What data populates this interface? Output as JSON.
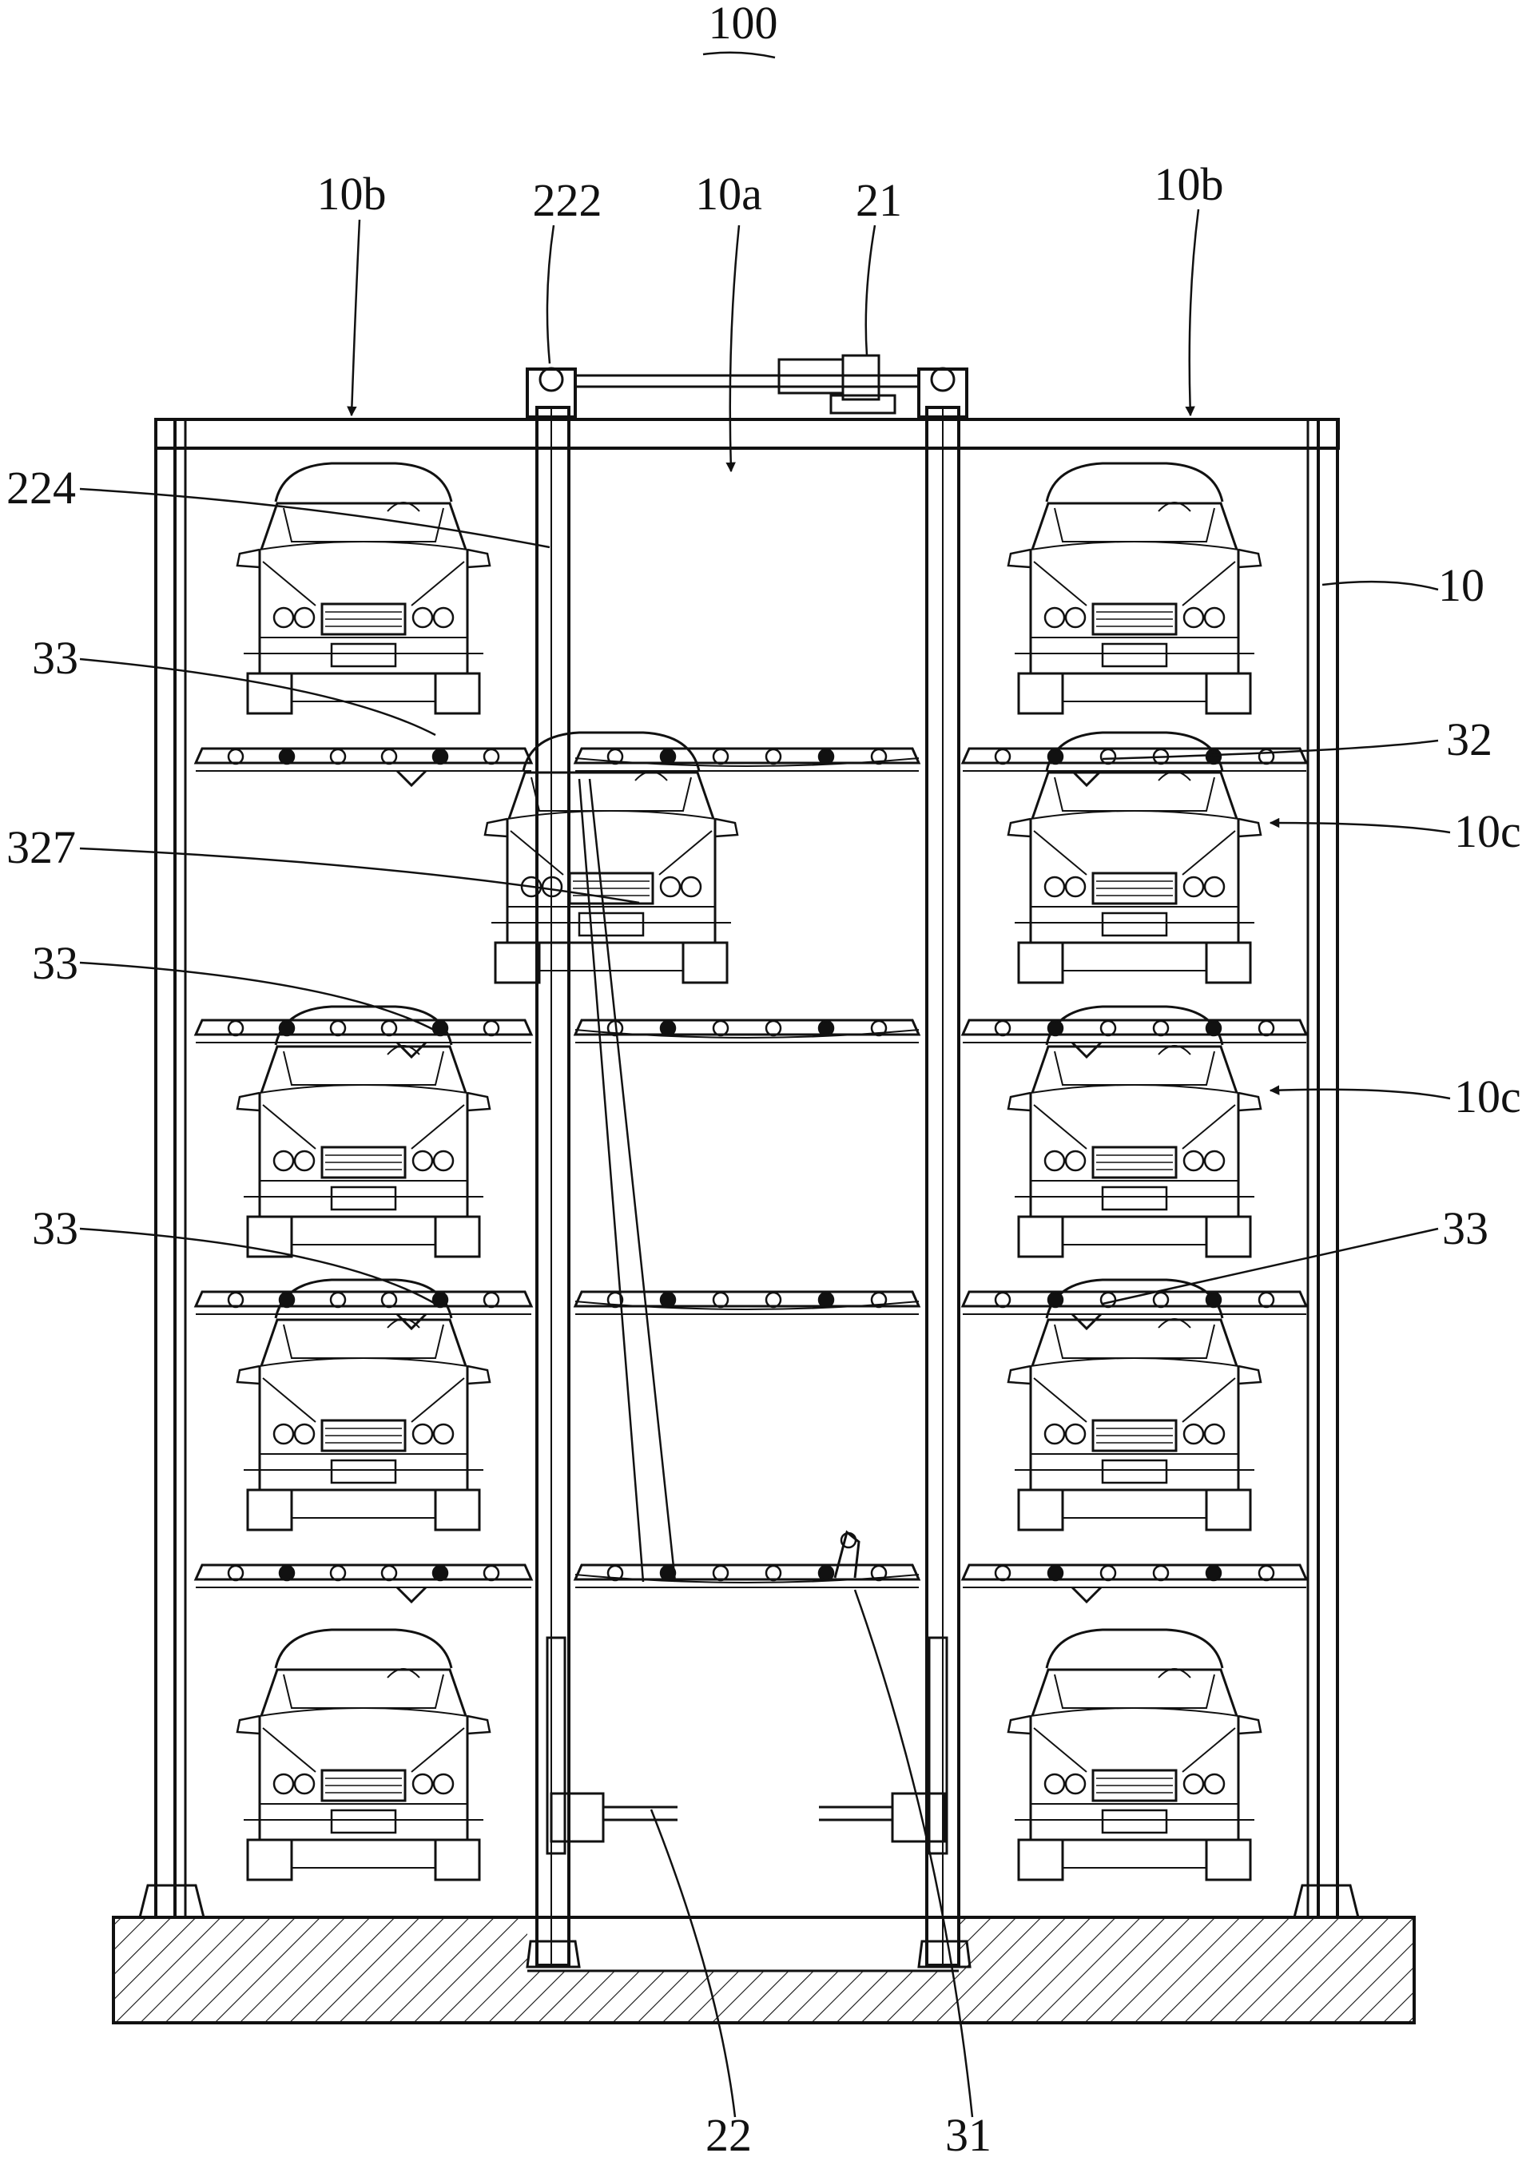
{
  "figure": {
    "number": "100",
    "labels": {
      "l10b_left": "10b",
      "l222": "222",
      "l10a": "10a",
      "l21": "21",
      "l10b_right": "10b",
      "l224": "224",
      "l10": "10",
      "l33_a": "33",
      "l32": "32",
      "l327": "327",
      "l10c_upper": "10c",
      "l33_b": "33",
      "l10c_lower": "10c",
      "l33_c": "33",
      "l33_d": "33",
      "l22": "22",
      "l31": "31"
    }
  }
}
